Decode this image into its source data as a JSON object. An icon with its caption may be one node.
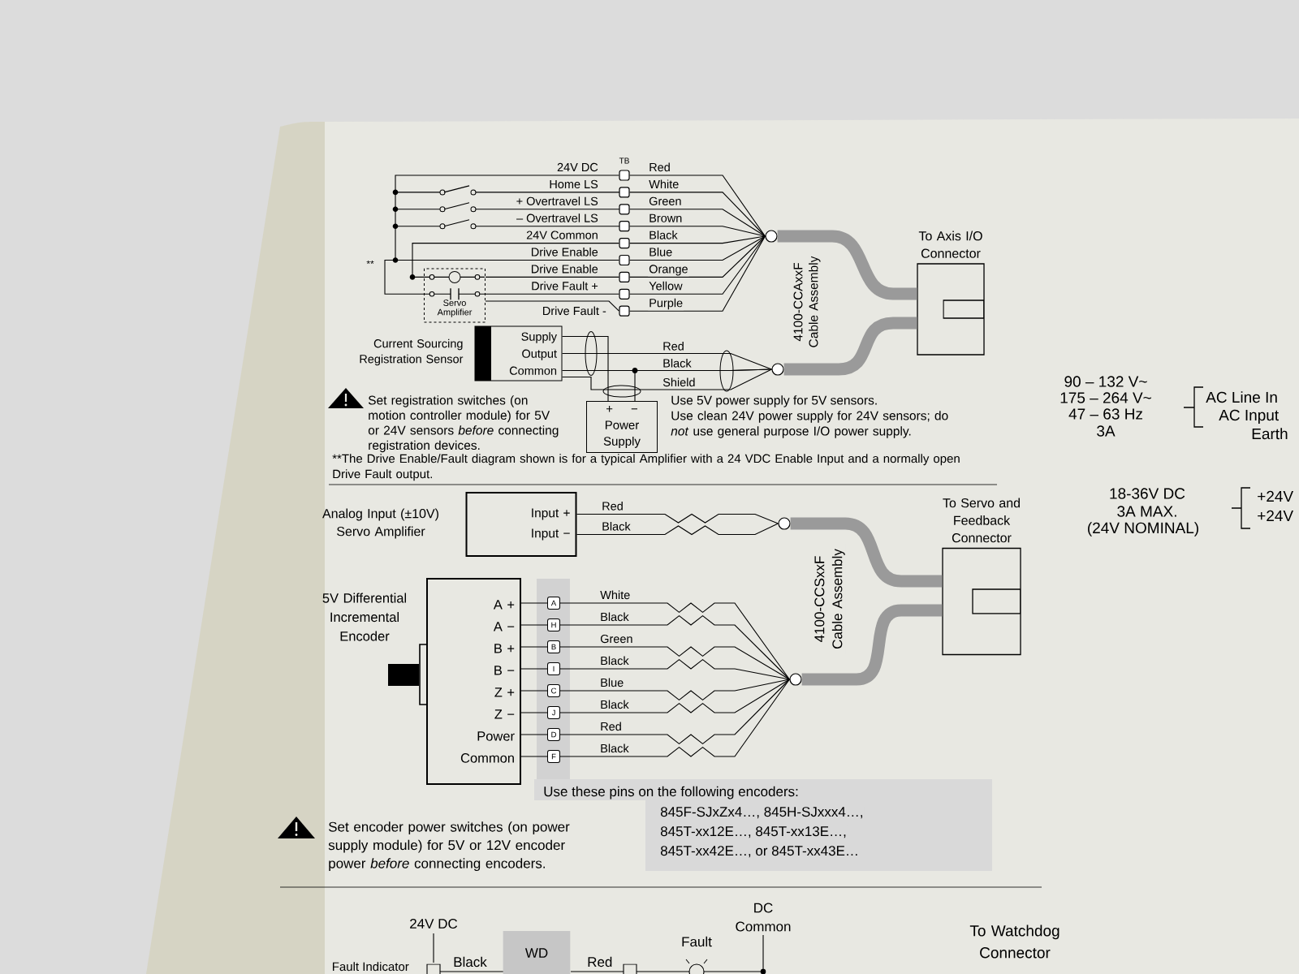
{
  "diagram": {
    "nodes": [
      {
        "text": [],
        "shape": "box",
        "beside": [
          "24V DC"
        ]
      },
      {
        "text": [],
        "shape": "box",
        "beside": [
          "Home LS"
        ]
      },
      {
        "text": [],
        "shape": "box",
        "beside": [
          "+ Overtravel LS"
        ]
      },
      {
        "text": [],
        "shape": "box",
        "beside": [
          "– Overtravel LS"
        ]
      },
      {
        "text": [],
        "shape": "box",
        "beside": [
          "24V Common"
        ]
      },
      {
        "text": [],
        "shape": "box",
        "beside": [
          "Drive Enable"
        ]
      },
      {
        "text": [],
        "shape": "box",
        "beside": [
          "Drive Enable"
        ]
      },
      {
        "text": [],
        "shape": "box",
        "beside": [
          "Drive Fault +"
        ]
      },
      {
        "text": [],
        "shape": "box"
      },
      {
        "text": [
          "Servo Amplifier"
        ]
      },
      {
        "text": [],
        "shape": "circle"
      },
      {
        "text": [
          "To Axis I/O Connector"
        ]
      },
      {
        "text": [
          "Current Sourcing Registration Sensor",
          "Supply",
          "Output",
          "Common"
        ]
      },
      {
        "text": [
          "+",
          "−",
          "Power Supply"
        ]
      },
      {
        "text": [],
        "shape": "circle"
      },
      {
        "text": [
          "Analog Input (±10V) Servo Amplifier",
          "Input +",
          "Input −"
        ]
      },
      {
        "text": [],
        "shape": "circle"
      },
      {
        "text": [
          "To Servo and Feedback Connector"
        ]
      },
      {
        "text": [
          "5V Differential Incremental Encoder",
          "A +",
          "A −",
          "B +",
          "B −",
          "Z +",
          "Z −",
          "Power",
          "Common"
        ]
      },
      {
        "text": [
          "A"
        ]
      },
      {
        "text": [
          "H"
        ]
      },
      {
        "text": [
          "B"
        ]
      },
      {
        "text": [
          "I"
        ]
      },
      {
        "text": [
          "C"
        ]
      },
      {
        "text": [
          "J"
        ]
      },
      {
        "text": [
          "D"
        ]
      },
      {
        "text": [
          "F"
        ]
      },
      {
        "text": [],
        "shape": "circle"
      }
    ],
    "edges": [
      {
        "from": 0,
        "to": 10,
        "label": "Red",
        "arrow": "none"
      },
      {
        "from": 1,
        "to": 10,
        "label": "White",
        "arrow": "none"
      },
      {
        "from": 2,
        "to": 10,
        "label": "Green",
        "arrow": "none"
      },
      {
        "from": 3,
        "to": 10,
        "label": "Brown",
        "arrow": "none"
      },
      {
        "from": 4,
        "to": 10,
        "label": "Black",
        "arrow": "none"
      },
      {
        "from": 5,
        "to": 10,
        "label": "Blue",
        "arrow": "none"
      },
      {
        "from": 6,
        "to": 10,
        "label": "Orange",
        "arrow": "none"
      },
      {
        "from": 7,
        "to": 10,
        "label": "Yellow",
        "arrow": "none"
      },
      {
        "from": 8,
        "to": 10,
        "label": "Purple",
        "arrow": "none"
      },
      {
        "from": 9,
        "to": 6,
        "arrow": "none"
      },
      {
        "from": 9,
        "to": 7,
        "arrow": "none"
      },
      {
        "from": 9,
        "to": 8,
        "arrow": "none"
      },
      {
        "from": 10,
        "to": 11,
        "arrow": "none",
        "style": "thick",
        "color": "#9a9a9a"
      },
      {
        "from": 14,
        "to": 11,
        "arrow": "none",
        "style": "thick",
        "color": "#9a9a9a"
      },
      {
        "from": 12,
        "to": 14,
        "label": "Red",
        "arrow": "none"
      },
      {
        "from": 12,
        "to": 14,
        "label": "Black",
        "arrow": "none"
      },
      {
        "from": 12,
        "to": 14,
        "label": "Shield",
        "arrow": "none"
      },
      {
        "from": 12,
        "to": 13,
        "arrow": "none"
      },
      {
        "from": 13,
        "to": 14,
        "arrow": "none"
      },
      {
        "from": 15,
        "to": 16,
        "label": "Red",
        "arrow": "none"
      },
      {
        "from": 15,
        "to": 16,
        "label": "Black",
        "arrow": "none"
      },
      {
        "from": 16,
        "to": 17,
        "arrow": "none",
        "style": "thick",
        "color": "#9a9a9a"
      },
      {
        "from": 27,
        "to": 17,
        "arrow": "none",
        "style": "thick",
        "color": "#9a9a9a"
      },
      {
        "from": 18,
        "to": 19,
        "arrow": "none"
      },
      {
        "from": 18,
        "to": 20,
        "arrow": "none"
      },
      {
        "from": 18,
        "to": 21,
        "arrow": "none"
      },
      {
        "from": 18,
        "to": 22,
        "arrow": "none"
      },
      {
        "from": 18,
        "to": 23,
        "arrow": "none"
      },
      {
        "from": 18,
        "to": 24,
        "arrow": "none"
      },
      {
        "from": 18,
        "to": 25,
        "arrow": "none"
      },
      {
        "from": 18,
        "to": 26,
        "arrow": "none"
      },
      {
        "from": 19,
        "to": 27,
        "label": "White",
        "arrow": "none"
      },
      {
        "from": 20,
        "to": 27,
        "label": "Black",
        "arrow": "none"
      },
      {
        "from": 21,
        "to": 27,
        "label": "Green",
        "arrow": "none"
      },
      {
        "from": 22,
        "to": 27,
        "label": "Black",
        "arrow": "none"
      },
      {
        "from": 23,
        "to": 27,
        "label": "Blue",
        "arrow": "none"
      },
      {
        "from": 24,
        "to": 27,
        "label": "Black",
        "arrow": "none"
      },
      {
        "from": 25,
        "to": 27,
        "label": "Red",
        "arrow": "none"
      },
      {
        "from": 26,
        "to": 27,
        "label": "Black",
        "arrow": "none"
      },
      {
        "from": 0,
        "to": 9,
        "arrow": "none"
      },
      {
        "from": 4,
        "to": 9,
        "arrow": "none"
      },
      {
        "from": 5,
        "to": 9,
        "arrow": "none"
      }
    ],
    "labels": [
      "TB",
      "**",
      "4100-CCAxxF Cable Assembly",
      "Set registration switches (on motion controller module) for 5V or 24V sensors *before* connecting registration devices.",
      "Use 5V power supply for 5V sensors.",
      "Use clean 24V power supply for 24V sensors; do *not* use general purpose I/O power supply.",
      "**The Drive Enable/Fault diagram shown is for a typical Amplifier with a 24 VDC Enable Input and a normally open Drive Fault output.",
      "4100-CCSxxF Cable Assembly",
      "Use these pins on the following encoders:",
      "845F-SJxZx4…, 845H-SJxxx4…,",
      "845T-xx12E…, 845T-xx13E…,",
      "845T-xx42E…, or 845T-xx43E…",
      "Set encoder power switches (on power supply module) for 5V or 12V encoder power *before* connecting encoders.",
      "24V DC",
      "Fault Indicator",
      "Black",
      "WD",
      "Red",
      "Fault",
      "DC Common",
      "To Watchdog Connector",
      "90 – 132 V~",
      "175 – 264 V~",
      "47 – 63 Hz",
      "3A",
      "AC Line In",
      "AC Input",
      "Earth",
      "18-36V DC",
      "3A MAX.",
      "(24V NOMINAL)",
      "+24V",
      "+24V",
      "Drive Fault -"
    ]
  }
}
